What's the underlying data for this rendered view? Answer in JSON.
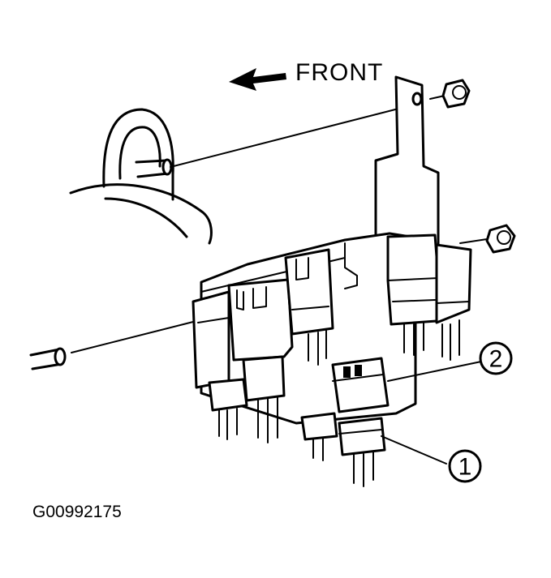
{
  "diagram": {
    "direction_label": "FRONT",
    "figure_id": "G00992175",
    "callouts": [
      {
        "number": "1"
      },
      {
        "number": "2"
      }
    ]
  }
}
